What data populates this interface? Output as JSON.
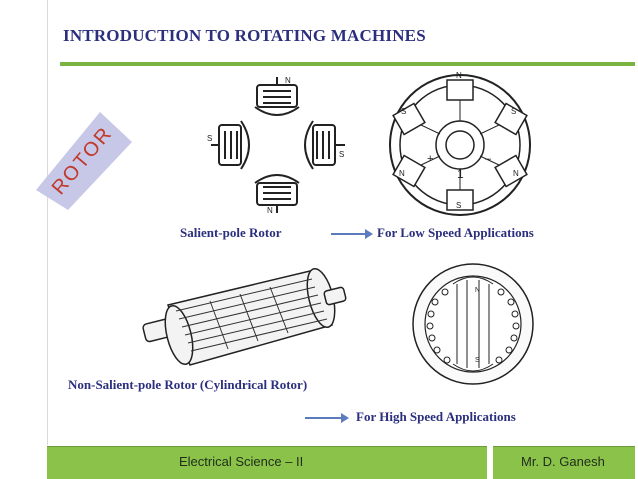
{
  "slide": {
    "title": "INTRODUCTION TO ROTATING MACHINES",
    "banner_text": "ROTOR",
    "labels": {
      "salient": "Salient-pole Rotor",
      "low_speed": "For Low Speed Applications",
      "non_salient": "Non-Salient-pole Rotor (Cylindrical Rotor)",
      "high_speed": "For High Speed Applications"
    },
    "figure_marks": {
      "n": "N",
      "s": "S",
      "one": "1",
      "plus": "+",
      "minus": "–"
    }
  },
  "footer": {
    "left": "Electrical Science – II",
    "right": "Mr. D. Ganesh"
  },
  "colors": {
    "title": "#2b2f7e",
    "accent_green": "#8bc34a",
    "banner_fill": "#c7c8e8"
  }
}
